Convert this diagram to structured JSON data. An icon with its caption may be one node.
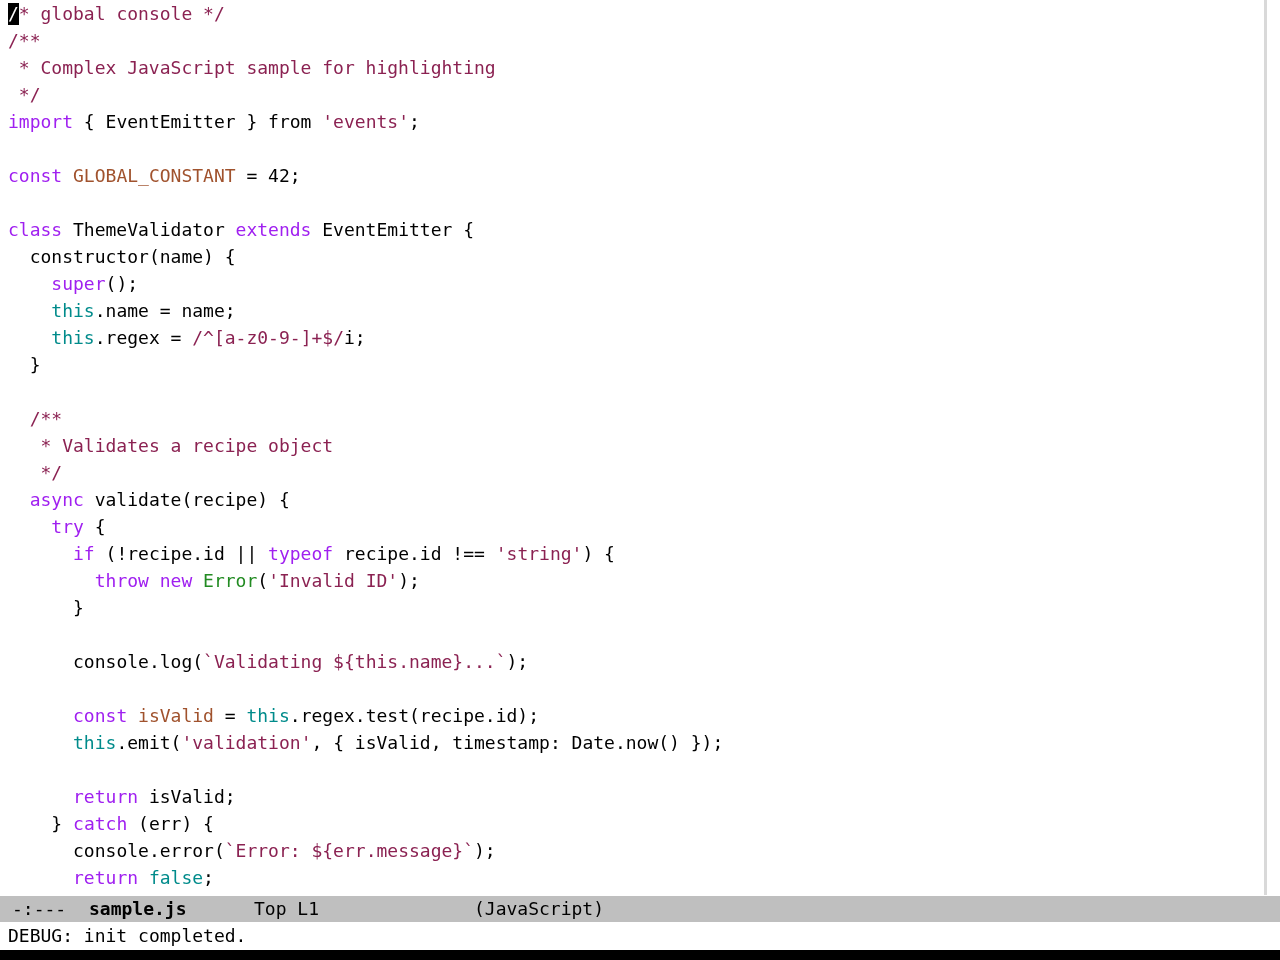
{
  "diagram": {
    "labels": [
      "/* global console */",
      "/**",
      "* Complex JavaScript sample for highlighting",
      "*/",
      "import { EventEmitter } from 'events';",
      "const GLOBAL_CONSTANT = 42;",
      "class ThemeValidator extends EventEmitter {",
      "constructor(name) {",
      "super();",
      "this.name = name;",
      "this.regex = /^[a-z0-9-]+$/i;",
      "}",
      "/**",
      "* Validates a recipe object",
      "*/",
      "async validate(recipe) {",
      "try {",
      "if (!recipe.id || typeof recipe.id !== 'string') {",
      "throw new Error('Invalid ID');",
      "}",
      "console.log(`Validating ${this.name}...`);",
      "const isValid = this.regex.test(recipe.id);",
      "this.emit('validation', { isValid, timestamp: Date.now() });",
      "return isValid;",
      "} catch (err) {",
      "console.error(`Error: ${err.message}`);",
      "return false;",
      "-:---",
      "sample.js",
      "Top L1",
      "(JavaScript)",
      "DEBUG: init completed."
    ]
  }
}
